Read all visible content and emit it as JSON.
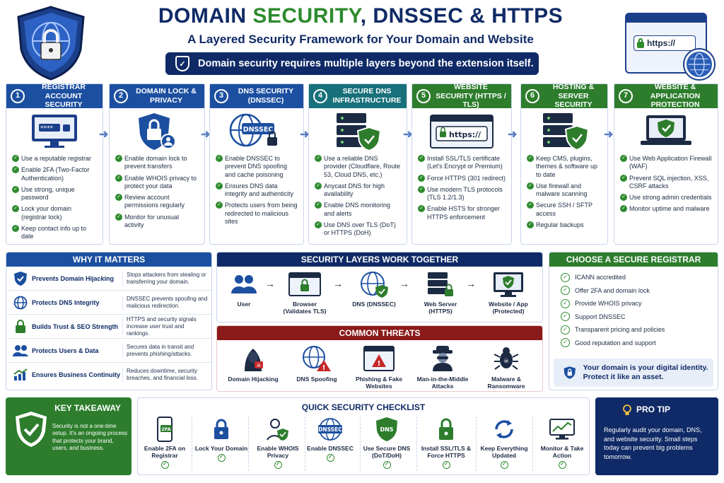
{
  "header": {
    "title_part1": "DOMAIN ",
    "title_part2": "SECURITY",
    "title_part3": ", DNSSEC & HTTPS",
    "subtitle": "A Layered Security Framework for Your Domain and Website",
    "banner": "Domain security requires multiple layers beyond the extension itself.",
    "browser_url": "https://"
  },
  "colors": {
    "navy": "#0f2a66",
    "blue": "#1c4fa0",
    "teal": "#17707a",
    "green": "#2d7d2d",
    "red": "#8b1a1a"
  },
  "steps": [
    {
      "num": "1",
      "title": "REGISTRAR ACCOUNT SECURITY",
      "icon": "login-monitor-icon",
      "items": [
        "Use a reputable registrar",
        "Enable 2FA (Two-Factor Authentication)",
        "Use strong, unique password",
        "Lock your domain (registrar lock)",
        "Keep contact info up to date"
      ]
    },
    {
      "num": "2",
      "title": "DOMAIN LOCK & PRIVACY",
      "icon": "lock-shield-icon",
      "items": [
        "Enable domain lock to prevent transfers",
        "Enable WHOIS privacy to protect your data",
        "Review account permissions regularly",
        "Monitor for unusual activity"
      ]
    },
    {
      "num": "3",
      "title": "DNS SECURITY (DNSSEC)",
      "icon": "dnssec-globe-icon",
      "badge": "DNSSEC",
      "items": [
        "Enable DNSSEC to prevent DNS spoofing and cache poisoning",
        "Ensures DNS data integrity and authenticity",
        "Protects users from being redirected to malicious sites"
      ]
    },
    {
      "num": "4",
      "title": "SECURE DNS INFRASTRUCTURE",
      "icon": "server-shield-icon",
      "items": [
        "Use a reliable DNS provider (Cloudflare, Route 53, Cloud DNS, etc.)",
        "Anycast DNS for high availability",
        "Enable DNS monitoring and alerts",
        "Use DNS over TLS (DoT) or HTTPS (DoH)"
      ]
    },
    {
      "num": "5",
      "title": "WEBSITE SECURITY (HTTPS / TLS)",
      "icon": "https-browser-icon",
      "badge": "https://",
      "items": [
        "Install SSL/TLS certificate (Let's Encrypt or Premium)",
        "Force HTTPS (301 redirect)",
        "Use modern TLS protocols (TLS 1.2/1.3)",
        "Enable HSTS for stronger HTTPS enforcement"
      ]
    },
    {
      "num": "6",
      "title": "HOSTING & SERVER SECURITY",
      "icon": "server-check-icon",
      "items": [
        "Keep CMS, plugins, themes & software up to date",
        "Use firewall and malware scanning",
        "Secure SSH / SFTP access",
        "Regular backups"
      ]
    },
    {
      "num": "7",
      "title": "WEBSITE & APPLICATION PROTECTION",
      "icon": "laptop-shield-icon",
      "items": [
        "Use Web Application Firewall (WAF)",
        "Prevent SQL injection, XSS, CSRF attacks",
        "Use strong admin credentials",
        "Monitor uptime and malware"
      ]
    }
  ],
  "why": {
    "title": "WHY IT MATTERS",
    "rows": [
      {
        "label": "Prevents Domain Hijacking",
        "desc": "Stops attackers from stealing or transferring your domain.",
        "icon": "shield-check-icon"
      },
      {
        "label": "Protects DNS Integrity",
        "desc": "DNSSEC prevents spoofing and malicious redirection.",
        "icon": "globe-icon"
      },
      {
        "label": "Builds Trust & SEO Strength",
        "desc": "HTTPS and security signals increase user trust and rankings.",
        "icon": "lock-icon"
      },
      {
        "label": "Protects Users & Data",
        "desc": "Secures data in transit and prevents phishing/attacks.",
        "icon": "users-icon"
      },
      {
        "label": "Ensures Business Continuity",
        "desc": "Reduces downtime, security breaches, and financial loss.",
        "icon": "chart-up-icon"
      }
    ]
  },
  "layers": {
    "title": "SECURITY LAYERS WORK TOGETHER",
    "items": [
      {
        "label": "User",
        "icon": "user-group-icon"
      },
      {
        "label": "Browser (Validates TLS)",
        "icon": "browser-lock-icon"
      },
      {
        "label": "DNS (DNSSEC)",
        "icon": "dns-globe-icon"
      },
      {
        "label": "Web Server (HTTPS)",
        "icon": "web-server-icon"
      },
      {
        "label": "Website / App (Protected)",
        "icon": "monitor-shield-icon"
      }
    ]
  },
  "threats": {
    "title": "COMMON THREATS",
    "items": [
      {
        "label": "Domain Hijacking",
        "icon": "hacker-icon"
      },
      {
        "label": "DNS Spoofing",
        "icon": "globe-warning-icon"
      },
      {
        "label": "Phishing & Fake Websites",
        "icon": "phishing-browser-icon"
      },
      {
        "label": "Man-in-the-Middle Attacks",
        "icon": "spy-icon"
      },
      {
        "label": "Malware & Ransomware",
        "icon": "bug-icon"
      }
    ]
  },
  "registrar": {
    "title": "CHOOSE A SECURE REGISTRAR",
    "items": [
      "ICANN accredited",
      "Offer 2FA and domain lock",
      "Provide WHOIS privacy",
      "Support DNSSEC",
      "Transparent pricing and policies",
      "Good reputation and support"
    ],
    "identity": "Your domain is your digital identity. Protect it like an asset."
  },
  "takeaway": {
    "title": "KEY TAKEAWAY",
    "text": "Security is not a one-time setup. It's an ongoing process that protects your brand, users, and business."
  },
  "checklist": {
    "title": "QUICK SECURITY CHECKLIST",
    "items": [
      {
        "label": "Enable 2FA on Registrar",
        "icon": "phone-2fa-icon",
        "badge": "2FA"
      },
      {
        "label": "Lock Your Domain",
        "icon": "padlock-icon"
      },
      {
        "label": "Enable WHOIS Privacy",
        "icon": "user-shield-icon"
      },
      {
        "label": "Enable DNSSEC",
        "icon": "dnssec-icon",
        "badge": "DNSSEC"
      },
      {
        "label": "Use Secure DNS (DoT/DoH)",
        "icon": "dns-shield-icon",
        "badge": "DNS"
      },
      {
        "label": "Install SSL/TLS & Force HTTPS",
        "icon": "ssl-lock-icon"
      },
      {
        "label": "Keep Everything Updated",
        "icon": "refresh-icon"
      },
      {
        "label": "Monitor & Take Action",
        "icon": "monitor-chart-icon"
      }
    ]
  },
  "protip": {
    "title": "PRO TIP",
    "text": "Regularly audit your domain, DNS, and website security. Small steps today can prevent big problems tomorrow."
  }
}
